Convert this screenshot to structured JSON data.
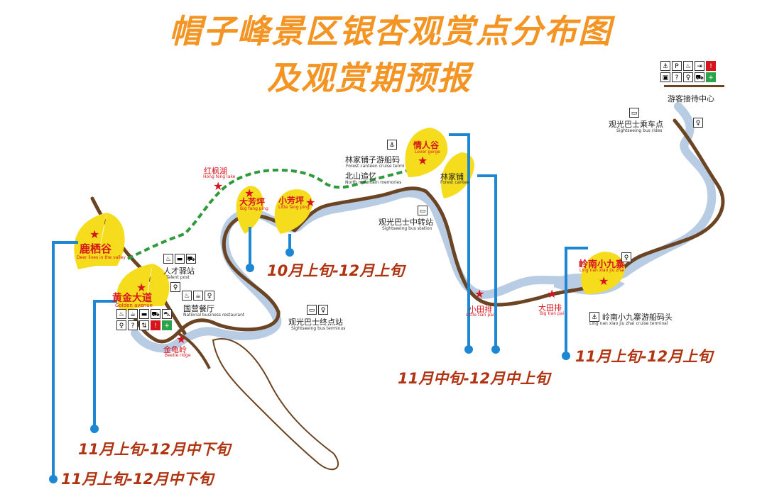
{
  "title": {
    "line1": "帽子峰景区银杏观赏点分布图",
    "line2": "及观赏期预报"
  },
  "places": {
    "visitor_center": "游客接待中心",
    "bus_ride_cn": "观光巴士乘车点",
    "bus_ride_en": "Sightseeing bus rides",
    "forest_canteen_cruise_cn": "林家铺子游船码",
    "forest_canteen_cruise_en": "Forest canteen cruise termi",
    "north_mountain_cn": "北山追忆",
    "north_mountain_en": "North mountain memories",
    "lover_gorge_cn": "情人谷",
    "lover_gorge_en": "Lover gorge",
    "forest_canteen_cn": "林家铺",
    "forest_canteen_en": "Forest cantee",
    "bus_station_cn": "观光巴士中转站",
    "bus_station_en": "Sightseeing bus station",
    "red_maple_cn": "红枫湖",
    "red_maple_en": "Hong feng lake",
    "big_fang_cn": "大芳坪",
    "big_fang_en": "Big fang ping",
    "little_fang_cn": "小芳坪",
    "little_fang_en": "Litte fang ping",
    "deer_valley_cn": "鹿栖谷",
    "deer_valley_en": "Deer lives in the valley",
    "talent_post_cn": "人才驿站",
    "talent_post_en": "Talent post",
    "golden_avenue_cn": "黄金大道",
    "golden_avenue_en": "Golden avenue",
    "national_restaurant_cn": "国营餐厅",
    "national_restaurant_en": "National business restaurant",
    "bus_terminus_cn": "观光巴士终点站",
    "bus_terminus_en": "Sightseeing bus terminus",
    "beetle_ridge_cn": "金龟岭",
    "beetle_ridge_en": "Beetle ridge",
    "little_tian_cn": "小田排",
    "little_tian_en": "Little tian pai",
    "big_tian_cn": "大田排",
    "big_tian_en": "Big tian pai",
    "lingnan_cn": "岭南小九寨",
    "lingnan_en": "Ling nan xiao jiu zhai",
    "lingnan_cruise_cn": "岭南小九寨游船码头",
    "lingnan_cruise_en": "Ling nan xiao jiu zhai cruise terminal"
  },
  "periods": {
    "fang_ping": "10月上旬-12月上旬",
    "lover_gorge": "11月中旬-12月中上旬",
    "lingnan": "11月上旬-12月上旬",
    "golden_avenue": "11月上旬-12月中下旬",
    "deer_valley": "11月上旬-12月中下旬"
  },
  "colors": {
    "title": "#f39423",
    "period_text": "#b03412",
    "river": "#b8cce4",
    "road": "#6b4423",
    "trail": "#2f9a3c",
    "leaf": "#f5dd1e",
    "pointer": "#1d87d3",
    "star": "#d6141c"
  }
}
